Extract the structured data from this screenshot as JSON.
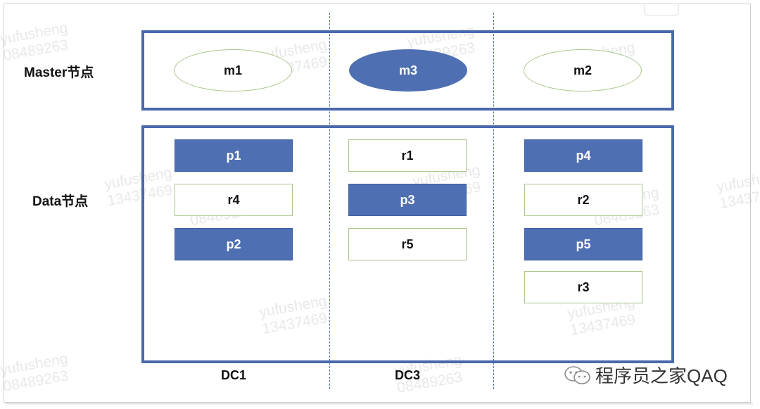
{
  "rows": {
    "master_label": "Master节点",
    "data_label": "Data节点"
  },
  "columns": [
    "DC1",
    "DC3",
    ""
  ],
  "master_nodes": [
    {
      "label": "m1",
      "style": "outline"
    },
    {
      "label": "m3",
      "style": "filled"
    },
    {
      "label": "m2",
      "style": "outline"
    }
  ],
  "data_nodes": [
    [
      {
        "label": "p1",
        "style": "filled"
      },
      {
        "label": "r4",
        "style": "outline"
      },
      {
        "label": "p2",
        "style": "filled"
      }
    ],
    [
      {
        "label": "r1",
        "style": "outline"
      },
      {
        "label": "p3",
        "style": "filled"
      },
      {
        "label": "r5",
        "style": "outline"
      }
    ],
    [
      {
        "label": "p4",
        "style": "filled"
      },
      {
        "label": "r2",
        "style": "outline"
      },
      {
        "label": "p5",
        "style": "filled"
      },
      {
        "label": "r3",
        "style": "outline"
      }
    ]
  ],
  "watermark": {
    "name": "yufusheng",
    "numbers": [
      "13437469",
      "08489263"
    ]
  },
  "footer": {
    "text": "程序员之家QAQ",
    "icon": "wechat-icon"
  },
  "colors": {
    "panel_border": "#4a69ad",
    "filled": "#4f6fb3",
    "outline": "#a9c48a",
    "divider": "#4a6fb8"
  }
}
